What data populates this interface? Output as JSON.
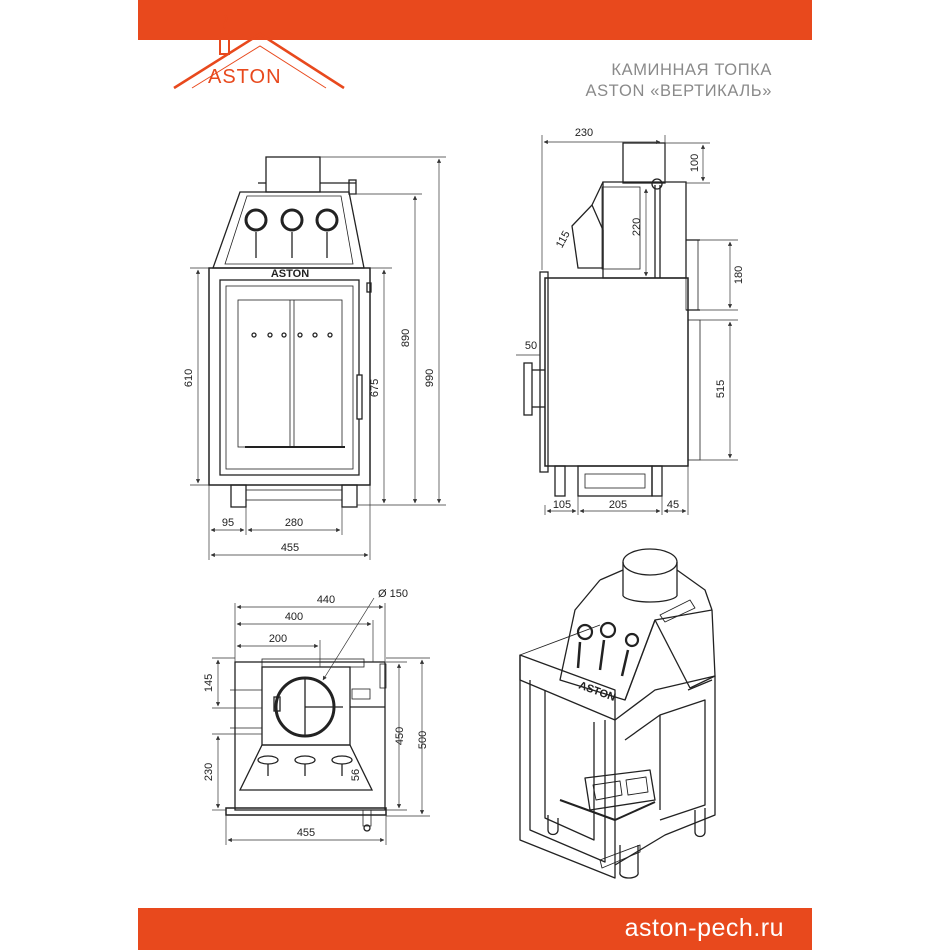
{
  "brand": {
    "logo_text": "ASTON",
    "accent_color": "#e8491d"
  },
  "header": {
    "title_line1": "КАМИННАЯ ТОПКА",
    "title_line2": "ASTON «ВЕРТИКАЛЬ»"
  },
  "footer": {
    "url": "aston-pech.ru"
  },
  "front_view": {
    "door_logo": "ASTON",
    "dims": {
      "overall_width": "455",
      "left_offset": "95",
      "leg_span": "280",
      "door_height": "610",
      "body_height": "675",
      "flue_height": "890",
      "total_height": "990"
    }
  },
  "side_view": {
    "dims": {
      "top_depth": "230",
      "collar": "100",
      "hood": "220",
      "slope": "115",
      "upper_section": "180",
      "handle": "50",
      "lower_section": "515",
      "depth_left": "105",
      "depth_mid": "205",
      "depth_right": "45"
    }
  },
  "top_view": {
    "dims": {
      "outer_width": "440",
      "inner_width": "400",
      "half_width": "200",
      "flue_diameter": "Ø 150",
      "top_offset": "145",
      "inner_depth": "450",
      "outer_depth": "500",
      "rear_depth": "230",
      "vent_offset": "56",
      "bottom_width": "455"
    }
  }
}
